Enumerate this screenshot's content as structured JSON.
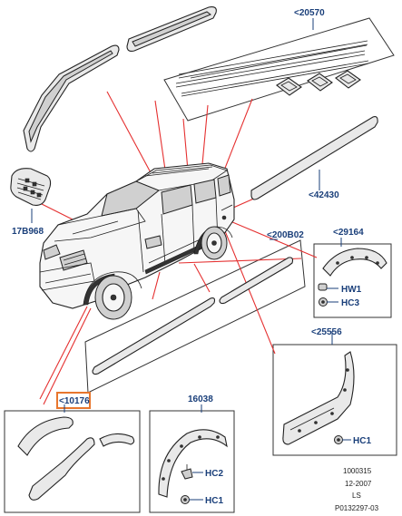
{
  "callouts": {
    "c20570": "<20570",
    "c42430": "<42430",
    "c17b968": "17B968",
    "c200b02": "<200B02",
    "c29164": "<29164",
    "c25556": "<25556",
    "c10176": "<10176",
    "c16038": "16038",
    "hw1": "HW1",
    "hc3": "HC3",
    "hc1a": "HC1",
    "hc2": "HC2",
    "hc1b": "HC1"
  },
  "reference": {
    "line1": "1000315",
    "line2": "12-2007",
    "line3": "LS",
    "line4": "P0132297-03"
  },
  "colors": {
    "callout_text": "#1a3f7a",
    "leader_lines": "#e53030",
    "highlight_box": "#e8762d"
  }
}
